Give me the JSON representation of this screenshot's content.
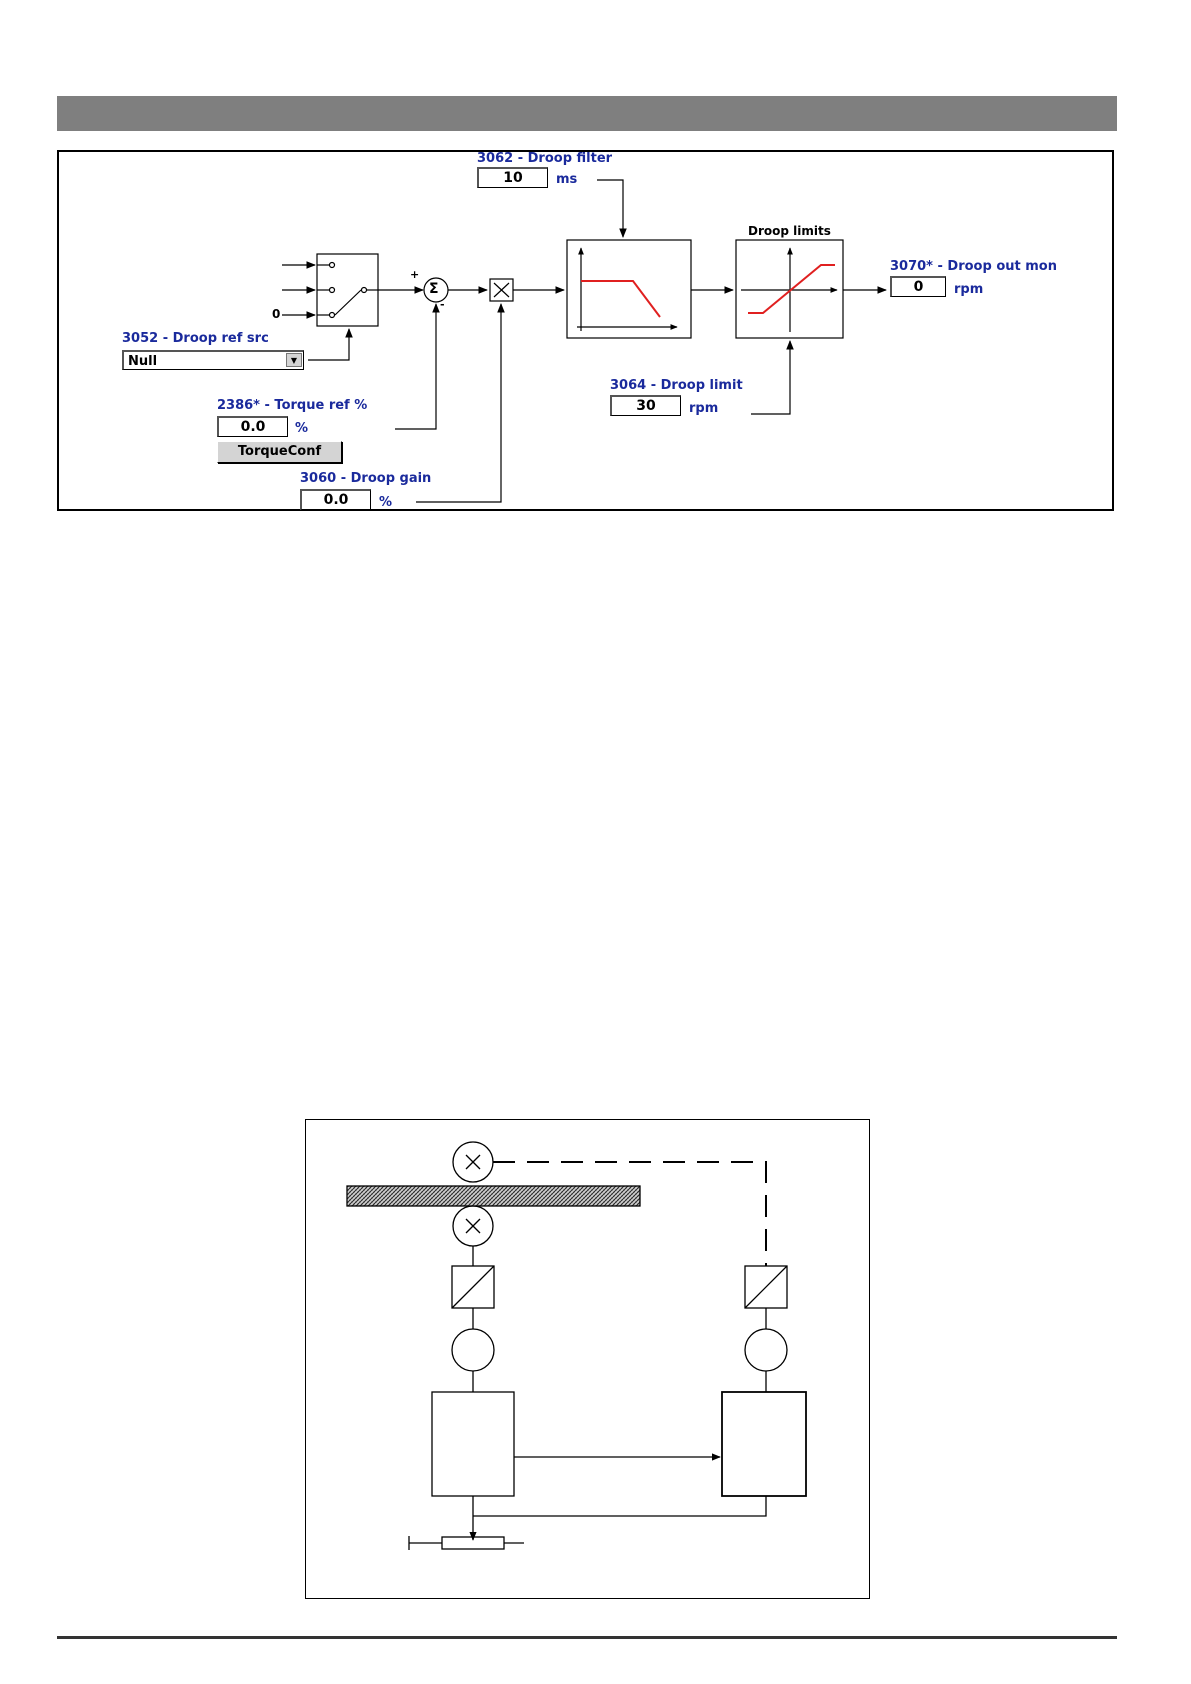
{
  "droop_panel": {
    "droop_filter": {
      "label": "3062 - Droop filter",
      "value": "10",
      "unit": "ms"
    },
    "droop_limits_title": "Droop limits",
    "droop_out_mon": {
      "label": "3070* - Droop out mon",
      "value": "0",
      "unit": "rpm"
    },
    "droop_ref_src": {
      "label": "3052 - Droop ref src",
      "value": "Null"
    },
    "torque_ref": {
      "label": "2386* - Torque ref %",
      "value": "0.0",
      "unit": "%",
      "button": "TorqueConf"
    },
    "droop_limit": {
      "label": "3064 - Droop limit",
      "value": "30",
      "unit": "rpm"
    },
    "droop_gain": {
      "label": "3060 - Droop gain",
      "value": "0.0",
      "unit": "%"
    },
    "switch_input_zero": "0",
    "sum_symbol": "Σ",
    "sum_plus": "+",
    "sum_minus": "-"
  },
  "colors": {
    "header_bar": "#7f7f7f",
    "param_label": "#1a2a9c",
    "curve": "#e02020"
  }
}
